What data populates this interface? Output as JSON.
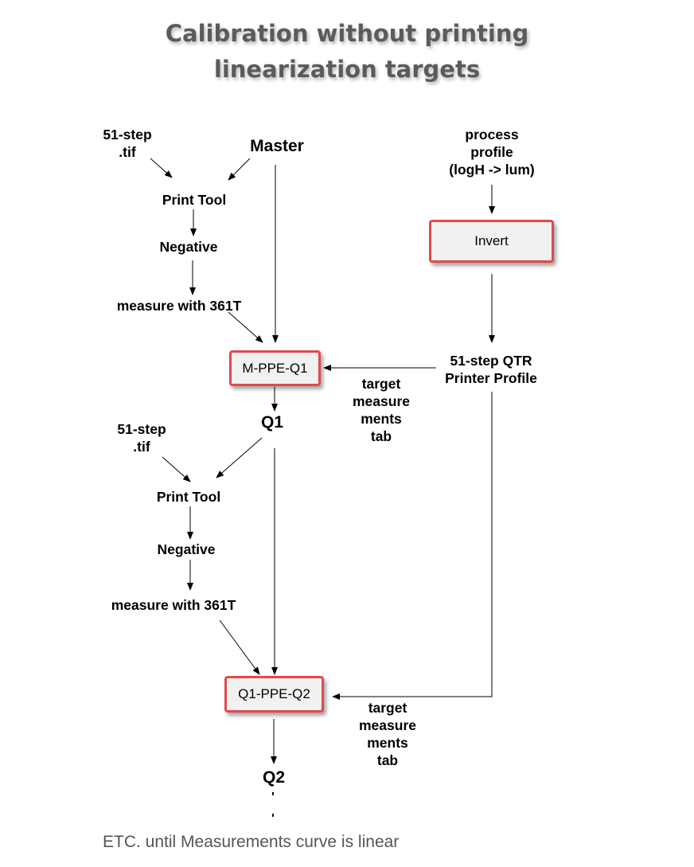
{
  "title": {
    "line1": "Calibration without printing",
    "line2": "linearization targets"
  },
  "nodes": {
    "tif_top": "51-step\n.tif",
    "master": "Master",
    "process_profile": "process\nprofile\n(logH -> lum)",
    "print_tool_top": "Print Tool",
    "invert": "Invert",
    "negative_top": "Negative",
    "measure_top": "measure with 361T",
    "qtr_profile": "51-step QTR\nPrinter Profile",
    "mppe_q1": "M-PPE-Q1",
    "target_tab_top": "target\nmeasure\nments\ntab",
    "q1": "Q1",
    "tif_bottom": "51-step\n.tif",
    "print_tool_bottom": "Print Tool",
    "negative_bottom": "Negative",
    "measure_bottom": "measure with 361T",
    "q1ppe_q2": "Q1-PPE-Q2",
    "target_tab_bottom": "target\nmeasure\nments\ntab",
    "q2": "Q2",
    "continuation": "'"
  },
  "footer": "ETC. until Measurements curve is linear",
  "colors": {
    "box_border": "#e4484d",
    "box_fill": "#f1f1f1",
    "title": "#5b5b5b",
    "footer": "#555555"
  }
}
